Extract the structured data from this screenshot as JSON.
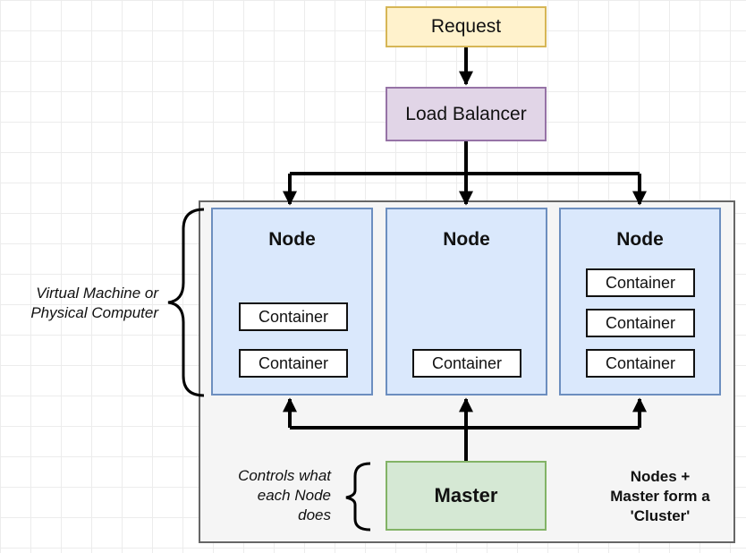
{
  "request": {
    "label": "Request"
  },
  "load_balancer": {
    "label": "Load Balancer"
  },
  "nodes": [
    {
      "title": "Node",
      "containers": [
        "Container",
        "Container"
      ]
    },
    {
      "title": "Node",
      "containers": [
        "Container"
      ]
    },
    {
      "title": "Node",
      "containers": [
        "Container",
        "Container",
        "Container"
      ]
    }
  ],
  "master": {
    "label": "Master"
  },
  "annotations": {
    "vm_line1": "Virtual Machine or",
    "vm_line2": "Physical Computer",
    "controls_line1": "Controls what",
    "controls_line2": "each Node",
    "controls_line3": "does",
    "cluster_line1": "Nodes +",
    "cluster_line2": "Master form a",
    "cluster_line3": "'Cluster'"
  }
}
